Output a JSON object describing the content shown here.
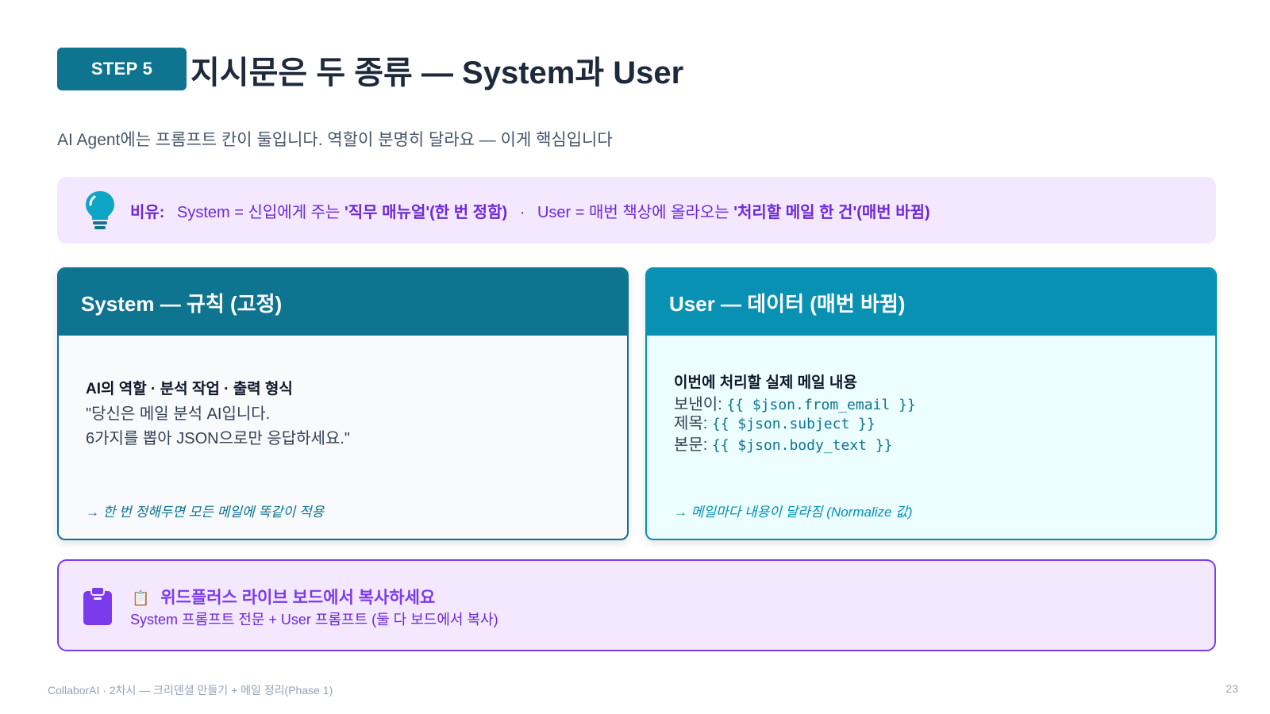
{
  "header": {
    "step_label": "STEP 5",
    "title": "지시문은 두 종류 — System과 User",
    "subtitle": "AI Agent에는 프롬프트 칸이 둘입니다. 역할이 분명히 달라요 — 이게 핵심입니다"
  },
  "analogy": {
    "icon": "lightbulb-icon",
    "lead": "비유:",
    "system_prefix": "System = 신입에게 주는",
    "system_emphasis": "'직무 매뉴얼'(한 번 정함)",
    "separator": "·",
    "user_prefix": "User = 매번 책상에 올라오는",
    "user_emphasis": "'처리할 메일 한 건'(매번 바뀜)"
  },
  "cards": {
    "system": {
      "title": "System — 규칙 (고정)",
      "body_title": "AI의 역할 · 분석 작업 · 출력 형식",
      "lines": [
        "\"당신은 메일 분석 AI입니다.",
        "6가지를 뽑아 JSON으로만 응답하세요.\""
      ],
      "note": "→ 한 번 정해두면 모든 메일에 똑같이 적용"
    },
    "user": {
      "title": "User — 데이터 (매번 바뀜)",
      "body_title": "이번에 처리할 실제 메일 내용",
      "fields": [
        {
          "label": "보낸이:",
          "expr": "{{ $json.from_email }}"
        },
        {
          "label": "제목:",
          "expr": "{{ $json.subject }}"
        },
        {
          "label": "본문:",
          "expr": "{{ $json.body_text }}"
        }
      ],
      "note": "→ 메일마다 내용이 달라짐 (Normalize 값)"
    }
  },
  "copy_hint": {
    "icon": "clipboard-icon",
    "emoji": "📋",
    "title": "위드플러스 라이브 보드에서 복사하세요",
    "desc": "System 프롬프트 전문 + User 프롬프트 (둘 다 보드에서 복사)"
  },
  "footer": {
    "left": "CollaborAI · 2차시 — 크리덴셜 만들기 + 메일 정리(Phase 1)",
    "page": "23"
  },
  "colors": {
    "teal_dark": "#0e7490",
    "teal": "#0891b2",
    "purple": "#7c3aed",
    "purple_bg": "#f3e8ff",
    "cyan_bg": "#ecfeff"
  }
}
